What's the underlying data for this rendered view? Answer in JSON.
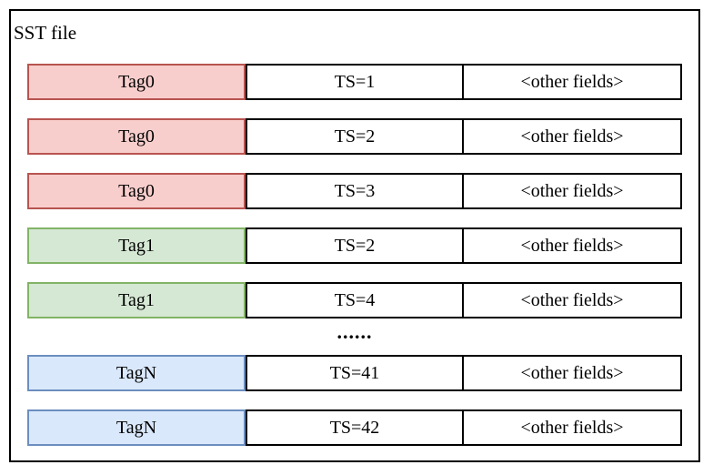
{
  "diagram": {
    "title": "SST file",
    "ellipsis": "......",
    "colors": {
      "red": {
        "fill": "#f8cecc",
        "stroke": "#b85450"
      },
      "green": {
        "fill": "#d5e8d4",
        "stroke": "#82b366"
      },
      "blue": {
        "fill": "#dae8fc",
        "stroke": "#6c8ebf"
      },
      "plain": {
        "fill": "#ffffff",
        "stroke": "#000000"
      }
    },
    "rows": [
      {
        "tag": "Tag0",
        "ts": "TS=1",
        "other": "<other fields>",
        "color": "red"
      },
      {
        "tag": "Tag0",
        "ts": "TS=2",
        "other": "<other fields>",
        "color": "red"
      },
      {
        "tag": "Tag0",
        "ts": "TS=3",
        "other": "<other fields>",
        "color": "red"
      },
      {
        "tag": "Tag1",
        "ts": "TS=2",
        "other": "<other fields>",
        "color": "green"
      },
      {
        "tag": "Tag1",
        "ts": "TS=4",
        "other": "<other fields>",
        "color": "green"
      },
      {
        "tag": "TagN",
        "ts": "TS=41",
        "other": "<other fields>",
        "color": "blue"
      },
      {
        "tag": "TagN",
        "ts": "TS=42",
        "other": "<other fields>",
        "color": "blue"
      }
    ]
  }
}
